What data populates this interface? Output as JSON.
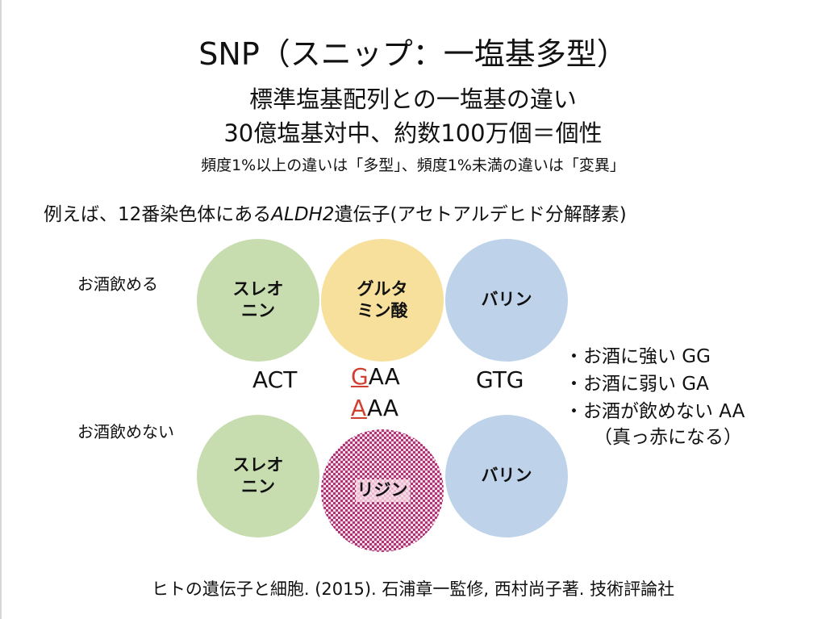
{
  "slide": {
    "title": "SNP（スニップ：一塩基多型）",
    "line_1": "標準塩基配列との一塩基の違い",
    "line_2": "30億塩基対中、約数100万個＝個性",
    "line_3": "頻度1%以上の違いは「多型」、頻度1%未満の違いは「変異」",
    "example_prefix": "例えば、12番染色体にある",
    "example_gene": "ALDH2",
    "example_suffix": "遺伝子(アセトアルデヒド分解酵素)"
  },
  "labels": {
    "drinker": "お酒飲める",
    "nondrinker": "お酒飲めない"
  },
  "top_row": [
    {
      "line_1": "スレオ",
      "line_2": "ニン",
      "color": "#c7ddb0"
    },
    {
      "line_1": "グルタ",
      "line_2": "ミン酸",
      "color": "#f7e09b"
    },
    {
      "line_1": "バリン",
      "line_2": "",
      "color": "#bed3ea"
    }
  ],
  "bottom_row": [
    {
      "line_1": "スレオ",
      "line_2": "ニン",
      "color": "#c7ddb0"
    },
    {
      "line_1": "リジン",
      "line_2": "",
      "color": "#b03474"
    },
    {
      "line_1": "バリン",
      "line_2": "",
      "color": "#bed3ea"
    }
  ],
  "codons": {
    "first": "ACT",
    "second_variant_1_base": "G",
    "second_variant_1_rest": "AA",
    "second_variant_2_base": "A",
    "second_variant_2_rest": "AA",
    "third": "GTG",
    "mutation_color": "#d04030"
  },
  "notes": [
    "・お酒に強い GG",
    "・お酒に弱い GA",
    "・お酒が飲めない AA",
    "（真っ赤になる）"
  ],
  "citation": "ヒトの遺伝子と細胞. (2015). 石浦章一監修, 西村尚子著. 技術評論社"
}
